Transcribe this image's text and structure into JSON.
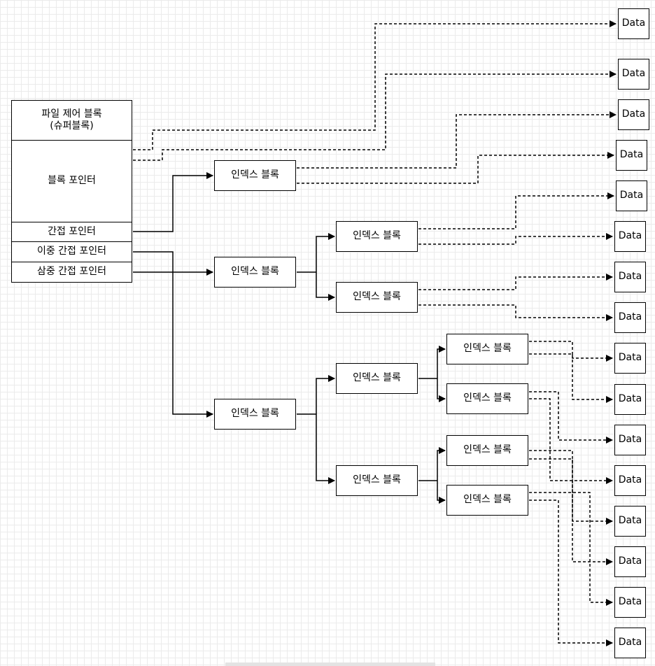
{
  "fcb": {
    "superblock": "파일 제어 블록\n(슈퍼블록)",
    "block_pointer": "블록 포인터",
    "indirect_pointer": "간접 포인터",
    "double_indirect_pointer": "이중 간접 포인터",
    "triple_indirect_pointer": "삼중 간접 포인터"
  },
  "index_blocks": {
    "ib1": "인덱스 블록",
    "ib2": "인덱스 블록",
    "ib3": "인덱스 블록",
    "ib2a": "인덱스 블록",
    "ib2b": "인덱스 블록",
    "ib3a": "인덱스 블록",
    "ib3b": "인덱스 블록",
    "ib3a1": "인덱스 블록",
    "ib3a2": "인덱스 블록",
    "ib3b1": "인덱스 블록",
    "ib3b2": "인덱스 블록"
  },
  "data_blocks": [
    "Data",
    "Data",
    "Data",
    "Data",
    "Data",
    "Data",
    "Data",
    "Data",
    "Data",
    "Data",
    "Data",
    "Data",
    "Data",
    "Data",
    "Data",
    "Data"
  ],
  "colors": {
    "stroke": "#000000",
    "fill": "#ffffff",
    "grid": "#ebebeb"
  }
}
